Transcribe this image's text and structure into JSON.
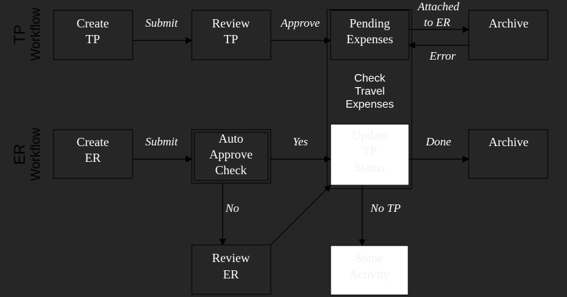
{
  "lanes": {
    "tp": {
      "title": "TP",
      "subtitle": "Workflow"
    },
    "er": {
      "title": "ER",
      "subtitle": "Workflow"
    }
  },
  "nodes": {
    "create_tp": [
      "Create",
      "TP"
    ],
    "review_tp": [
      "Review",
      "TP"
    ],
    "pending_expenses": [
      "Pending",
      "Expenses"
    ],
    "archive_tp": [
      "Archive"
    ],
    "check_travel": [
      "Check",
      "Travel",
      "Expenses"
    ],
    "create_er": [
      "Create",
      "ER"
    ],
    "auto_approve": [
      "Auto",
      "Approve",
      "Check"
    ],
    "update_tp": [
      "Update",
      "TP",
      "Status"
    ],
    "archive_er": [
      "Archive"
    ],
    "review_er": [
      "Review",
      "ER"
    ],
    "some_activity": [
      "Some",
      "Activity"
    ]
  },
  "edges": {
    "submit_tp": "Submit",
    "approve": "Approve",
    "attached_to_er": [
      "Attached",
      "to ER"
    ],
    "error": "Error",
    "submit_er": "Submit",
    "yes": "Yes",
    "done": "Done",
    "no": "No",
    "no_tp": "No TP"
  }
}
